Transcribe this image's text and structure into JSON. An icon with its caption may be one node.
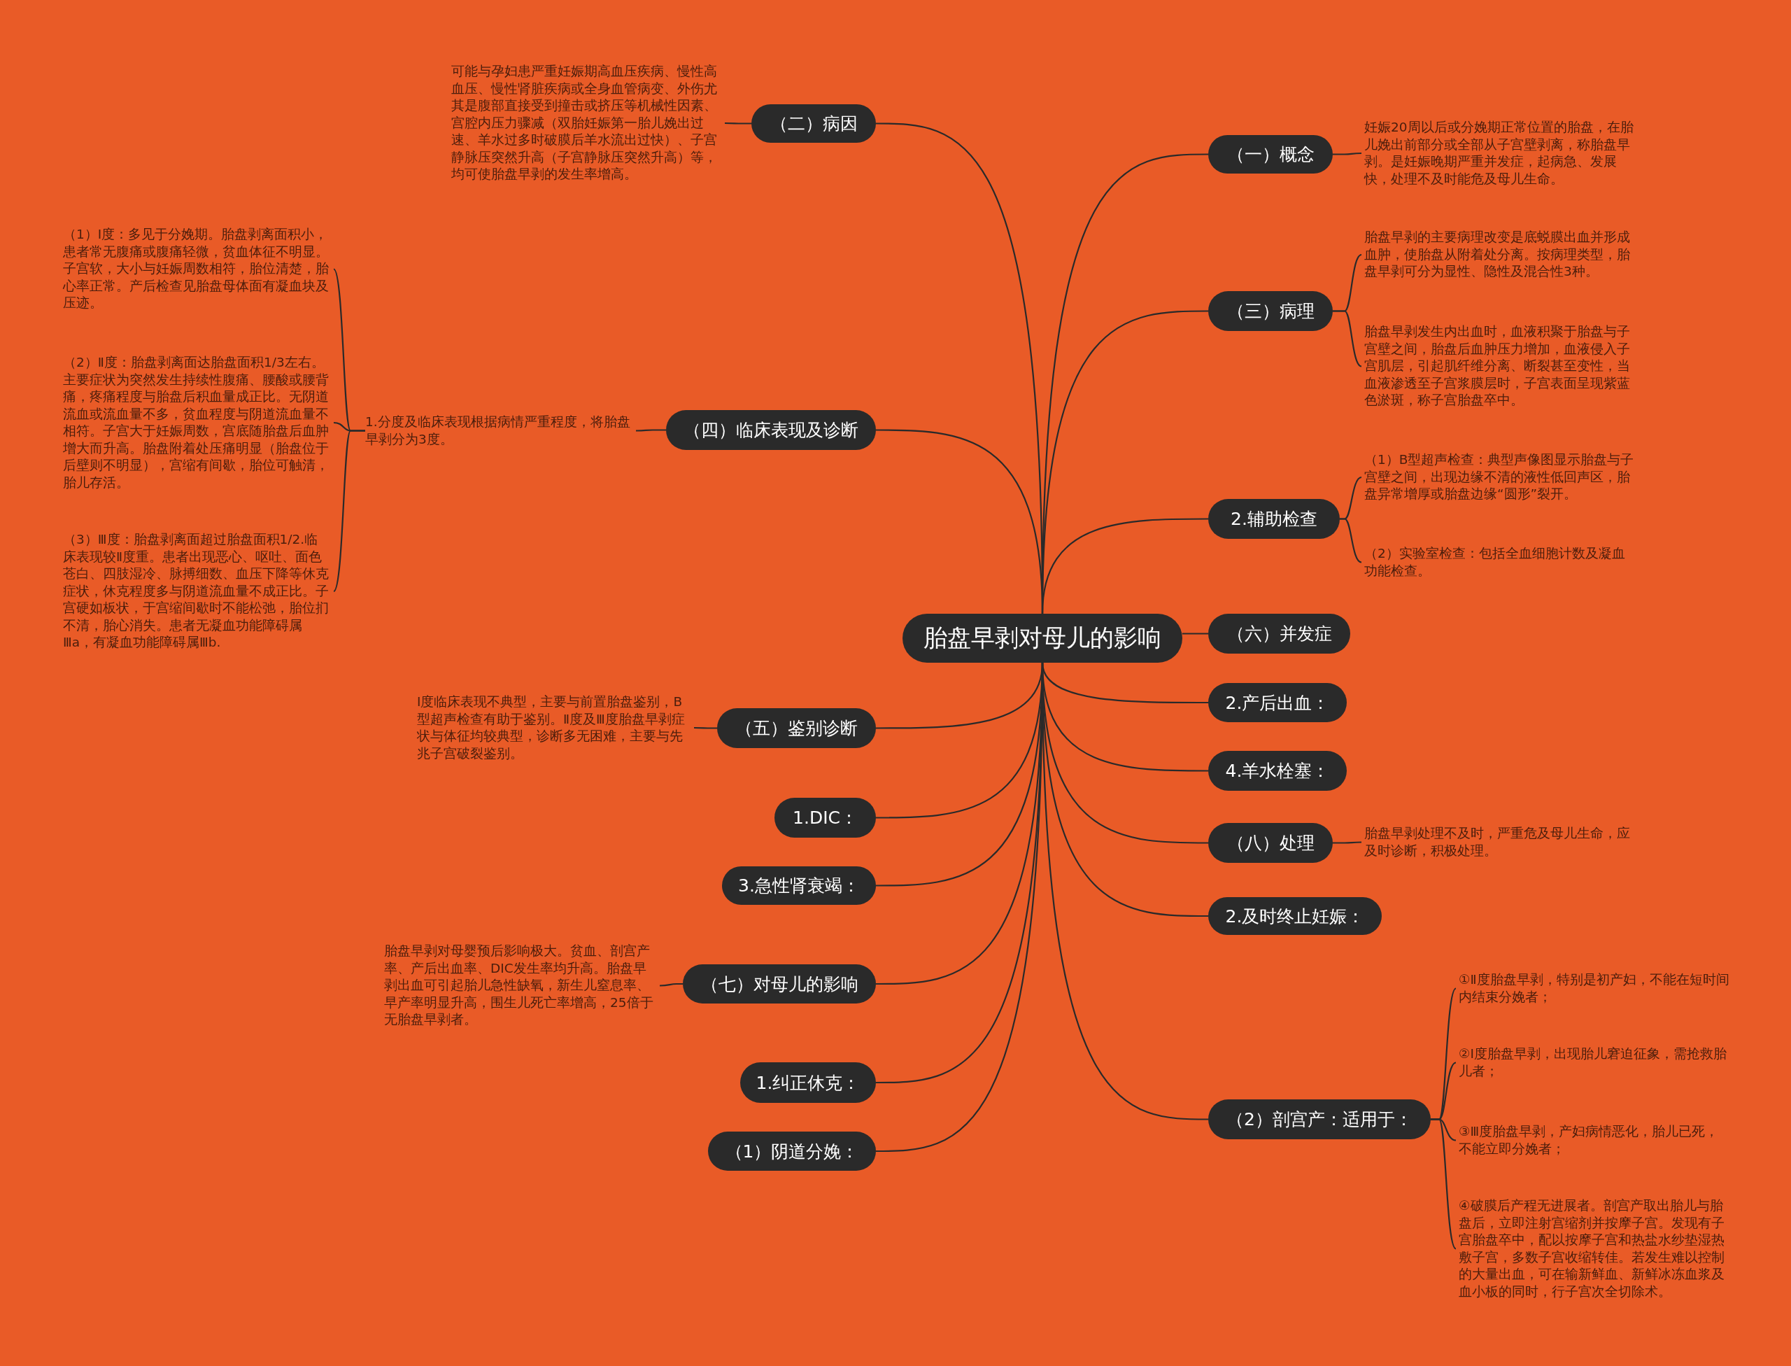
{
  "diagram": {
    "nodes": [
      {
        "text": [
          "胎盘早剥对母儿的影响"
        ]
      },
      {
        "text": [
          "（一）概念"
        ]
      },
      {
        "text": [
          "妊娠20周以后或分娩期正常位置的胎盘，在胎儿娩出前部分或全部从子宫壁剥离，称胎盘早剥。是妊娠晚期严重并发症，起病急、发展快，处理不及时能危及母儿生命。"
        ]
      },
      {
        "text": [
          "（三）病理"
        ]
      },
      {
        "text": [
          "胎盘早剥的主要病理改变是底蜕膜出血并形成血肿，使胎盘从附着处分离。按病理类型，胎盘早剥可分为显性、隐性及混合性3种。"
        ]
      },
      {
        "text": [
          "胎盘早剥发生内出血时，血液积聚于胎盘与子宫壁之间，胎盘后血肿压力增加，血液侵入子宫肌层，引起肌纤维分离、断裂甚至变性，当血液渗透至子宫浆膜层时，子宫表面呈现紫蓝色淤斑，称子宫胎盘卒中。"
        ]
      },
      {
        "text": [
          "2.辅助检查"
        ]
      },
      {
        "text": [
          "（1）B型超声检查：典型声像图显示胎盘与子宫壁之间，出现边缘不清的液性低回声区，胎盘异常增厚或胎盘边缘“圆形”裂开。"
        ]
      },
      {
        "text": [
          "（2）实验室检查：包括全血细胞计数及凝血功能检查。"
        ]
      },
      {
        "text": [
          "（六）并发症"
        ]
      },
      {
        "text": [
          "2.产后出血："
        ]
      },
      {
        "text": [
          "4.羊水栓塞："
        ]
      },
      {
        "text": [
          "（八）处理"
        ]
      },
      {
        "text": [
          "胎盘早剥处理不及时，严重危及母儿生命，应及时诊断，积极处理。"
        ]
      },
      {
        "text": [
          "2.及时终止妊娠："
        ]
      },
      {
        "text": [
          "（2）剖宫产：适用于："
        ]
      },
      {
        "text": [
          "①Ⅱ度胎盘早剥，特别是初产妇，不能在短时间内结束分娩者；"
        ]
      },
      {
        "text": [
          "②Ⅰ度胎盘早剥，出现胎儿窘迫征象，需抢救胎儿者；"
        ]
      },
      {
        "text": [
          "③Ⅲ度胎盘早剥，产妇病情恶化，胎儿已死，不能立即分娩者；"
        ]
      },
      {
        "text": [
          "④破膜后产程无进展者。剖宫产取出胎儿与胎盘后，立即注射宫缩剂并按摩子宫。发现有子宫胎盘卒中，配以按摩子宫和热盐水纱垫湿热敷子宫，多数子宫收缩转佳。若发生难以控制的大量出血，可在输新鲜血、新鲜冰冻血浆及血小板的同时，行子宫次全切除术。"
        ]
      },
      {
        "text": [
          "（二）病因"
        ]
      },
      {
        "text": [
          "可能与孕妇患严重妊娠期高血压疾病、慢性高血压、慢性肾脏疾病或全身血管病变、外伤尤其是腹部直接受到撞击或挤压等机械性因素、宫腔内压力骤减（双胎妊娠第一胎儿娩出过速、羊水过多时破膜后羊水流出过快）、子宫静脉压突然升高（子宫静脉压突然升高）等，均可使胎盘早剥的发生率增高。"
        ]
      },
      {
        "text": [
          "（四）临床表现及诊断"
        ]
      },
      {
        "text": [
          "1.分度及临床表现根据病情严重程度，将胎盘早剥分为3度。"
        ]
      },
      {
        "text": [
          "（1）Ⅰ度：多见于分娩期。胎盘剥离面积小，患者常无腹痛或腹痛轻微，贫血体征不明显。子宫软，大小与妊娠周数相符，胎位清楚，胎心率正常。产后检查见胎盘母体面有凝血块及压迹。"
        ]
      },
      {
        "text": [
          "（2）Ⅱ度：胎盘剥离面达胎盘面积1/3左右。主要症状为突然发生持续性腹痛、腰酸或腰背痛，疼痛程度与胎盘后积血量成正比。无阴道流血或流血量不多，贫血程度与阴道流血量不相符。子宫大于妊娠周数，宫底随胎盘后血肿增大而升高。胎盘附着处压痛明显（胎盘位于后壁则不明显），宫缩有间歇，胎位可触清，胎儿存活。"
        ]
      },
      {
        "text": [
          "（3）Ⅲ度：胎盘剥离面超过胎盘面积1/2.临床表现较Ⅱ度重。患者出现恶心、呕吐、面色苍白、四肢湿冷、脉搏细数、血压下降等休克症状，休克程度多与阴道流血量不成正比。子宫硬如板状，于宫缩间歇时不能松弛，胎位扪不清，胎心消失。患者无凝血功能障碍属Ⅲa，有凝血功能障碍属Ⅲb."
        ]
      },
      {
        "text": [
          "（五）鉴别诊断"
        ]
      },
      {
        "text": [
          "Ⅰ度临床表现不典型，主要与前置胎盘鉴别，B型超声检查有助于鉴别。Ⅱ度及Ⅲ度胎盘早剥症状与体征均较典型，诊断多无困难，主要与先兆子宫破裂鉴别。"
        ]
      },
      {
        "text": [
          "1.DIC："
        ]
      },
      {
        "text": [
          "3.急性肾衰竭："
        ]
      },
      {
        "text": [
          "（七）对母儿的影响"
        ]
      },
      {
        "text": [
          "胎盘早剥对母婴预后影响极大。贫血、剖宫产率、产后出血率、DIC发生率均升高。胎盘早剥出血可引起胎儿急性缺氧，新生儿窒息率、早产率明显升高，围生儿死亡率增高，25倍于无胎盘早剥者。"
        ]
      },
      {
        "text": [
          "1.纠正休克："
        ]
      },
      {
        "text": [
          "（1）阴道分娩："
        ]
      }
    ],
    "edges": [
      {
        "from": 0,
        "to": 1,
        "arrow": "none"
      },
      {
        "from": 1,
        "to": 2,
        "arrow": "none"
      },
      {
        "from": 0,
        "to": 3,
        "arrow": "none"
      },
      {
        "from": 3,
        "to": 4,
        "arrow": "none"
      },
      {
        "from": 3,
        "to": 5,
        "arrow": "none"
      },
      {
        "from": 0,
        "to": 6,
        "arrow": "none"
      },
      {
        "from": 6,
        "to": 7,
        "arrow": "none"
      },
      {
        "from": 6,
        "to": 8,
        "arrow": "none"
      },
      {
        "from": 0,
        "to": 9,
        "arrow": "none"
      },
      {
        "from": 0,
        "to": 10,
        "arrow": "none"
      },
      {
        "from": 0,
        "to": 11,
        "arrow": "none"
      },
      {
        "from": 0,
        "to": 12,
        "arrow": "none"
      },
      {
        "from": 12,
        "to": 13,
        "arrow": "none"
      },
      {
        "from": 0,
        "to": 14,
        "arrow": "none"
      },
      {
        "from": 0,
        "to": 15,
        "arrow": "none"
      },
      {
        "from": 15,
        "to": 16,
        "arrow": "none"
      },
      {
        "from": 15,
        "to": 17,
        "arrow": "none"
      },
      {
        "from": 15,
        "to": 18,
        "arrow": "none"
      },
      {
        "from": 15,
        "to": 19,
        "arrow": "none"
      },
      {
        "from": 0,
        "to": 20,
        "arrow": "none"
      },
      {
        "from": 20,
        "to": 21,
        "arrow": "none"
      },
      {
        "from": 0,
        "to": 22,
        "arrow": "none"
      },
      {
        "from": 22,
        "to": 23,
        "arrow": "none"
      },
      {
        "from": 23,
        "to": 24,
        "arrow": "none"
      },
      {
        "from": 23,
        "to": 25,
        "arrow": "none"
      },
      {
        "from": 23,
        "to": 26,
        "arrow": "none"
      },
      {
        "from": 0,
        "to": 27,
        "arrow": "none"
      },
      {
        "from": 27,
        "to": 28,
        "arrow": "none"
      },
      {
        "from": 0,
        "to": 29,
        "arrow": "none"
      },
      {
        "from": 0,
        "to": 30,
        "arrow": "none"
      },
      {
        "from": 0,
        "to": 31,
        "arrow": "none"
      },
      {
        "from": 31,
        "to": 32,
        "arrow": "none"
      },
      {
        "from": 0,
        "to": 33,
        "arrow": "none"
      },
      {
        "from": 0,
        "to": 34,
        "arrow": "none"
      }
    ]
  }
}
